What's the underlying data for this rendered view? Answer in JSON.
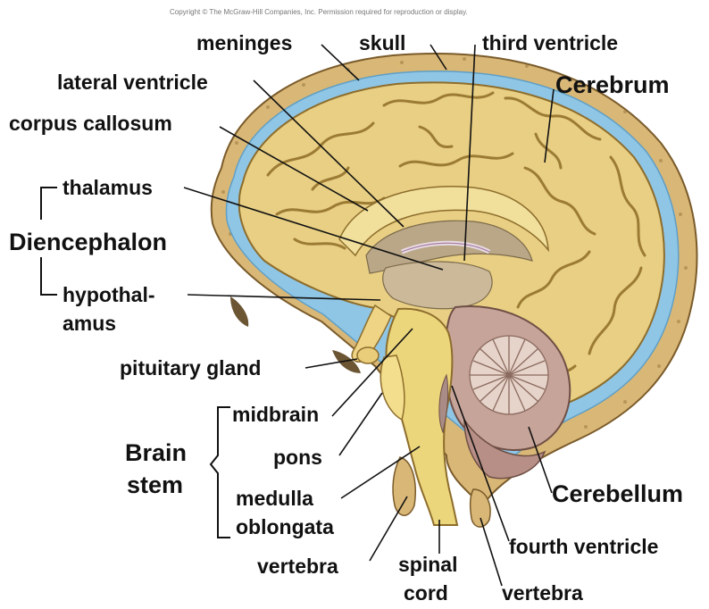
{
  "copyright": "Copyright © The McGraw-Hill Companies, Inc. Permission required for reproduction or display.",
  "labels": {
    "meninges": "meninges",
    "skull": "skull",
    "third_ventricle": "third ventricle",
    "lateral_ventricle": "lateral ventricle",
    "cerebrum": "Cerebrum",
    "corpus_callosum": "corpus callosum",
    "thalamus": "thalamus",
    "diencephalon": "Diencephalon",
    "hypothalamus_line1": "hypothal-",
    "hypothalamus_line2": "amus",
    "pituitary_gland": "pituitary gland",
    "midbrain": "midbrain",
    "brain_stem_line1": "Brain",
    "brain_stem_line2": "stem",
    "pons": "pons",
    "medulla_line1": "medulla",
    "medulla_line2": "oblongata",
    "cerebellum": "Cerebellum",
    "fourth_ventricle": "fourth ventricle",
    "vertebra_left": "vertebra",
    "spinal_cord_line1": "spinal",
    "spinal_cord_line2": "cord",
    "vertebra_right": "vertebra"
  },
  "colors": {
    "skull": "#d9b777",
    "meninges": "#8fc6e6",
    "brain": "#e8cf83",
    "sulcus": "#9c7b34",
    "ventricle": "#b9a788",
    "cerebellum": "#c7a49a",
    "brainstem": "#ecd67c"
  }
}
